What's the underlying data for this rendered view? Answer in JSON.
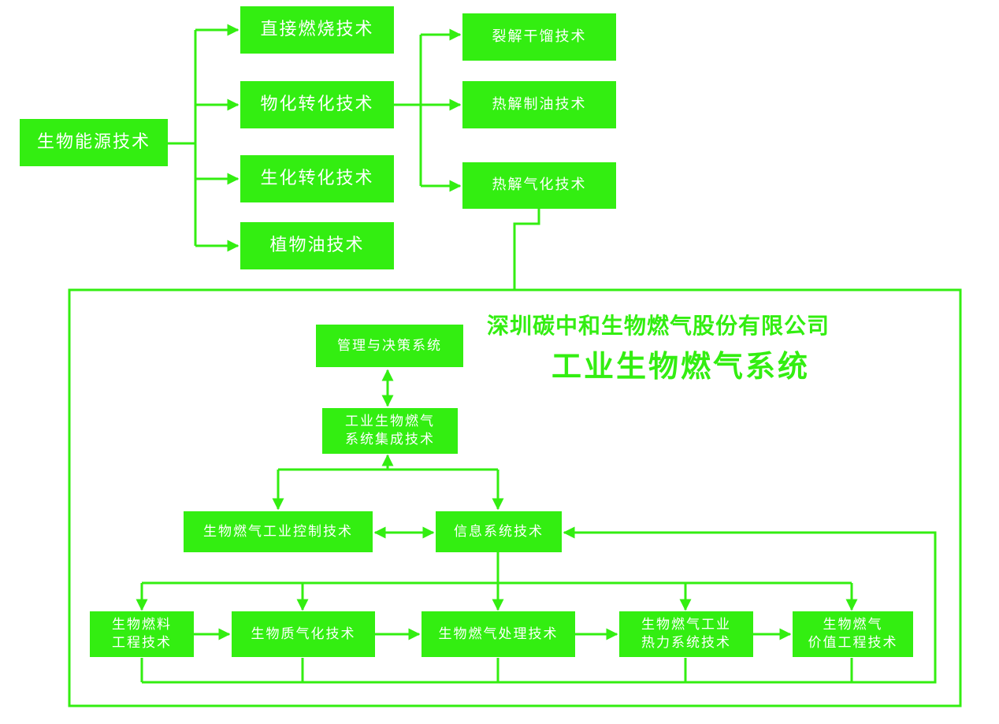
{
  "diagram": {
    "accent_color": "#33ee11",
    "root": {
      "label": "生物能源技术"
    },
    "branches": [
      {
        "label": "直接燃烧技术"
      },
      {
        "label": "物化转化技术"
      },
      {
        "label": "生化转化技术"
      },
      {
        "label": "植物油技术"
      }
    ],
    "subbranches": [
      {
        "label": "裂解干馏技术"
      },
      {
        "label": "热解制油技术"
      },
      {
        "label": "热解气化技术"
      }
    ],
    "system": {
      "company": "深圳碳中和生物燃气股份有限公司",
      "title": "工业生物燃气系统",
      "management": "管理与决策系统",
      "integration": "工业生物燃气\n系统集成技术",
      "control": "生物燃气工业控制技术",
      "information": "信息系统技术",
      "chain": [
        {
          "label": "生物燃料\n工程技术"
        },
        {
          "label": "生物质气化技术"
        },
        {
          "label": "生物燃气处理技术"
        },
        {
          "label": "生物燃气工业\n热力系统技术"
        },
        {
          "label": "生物燃气\n价值工程技术"
        }
      ]
    }
  }
}
